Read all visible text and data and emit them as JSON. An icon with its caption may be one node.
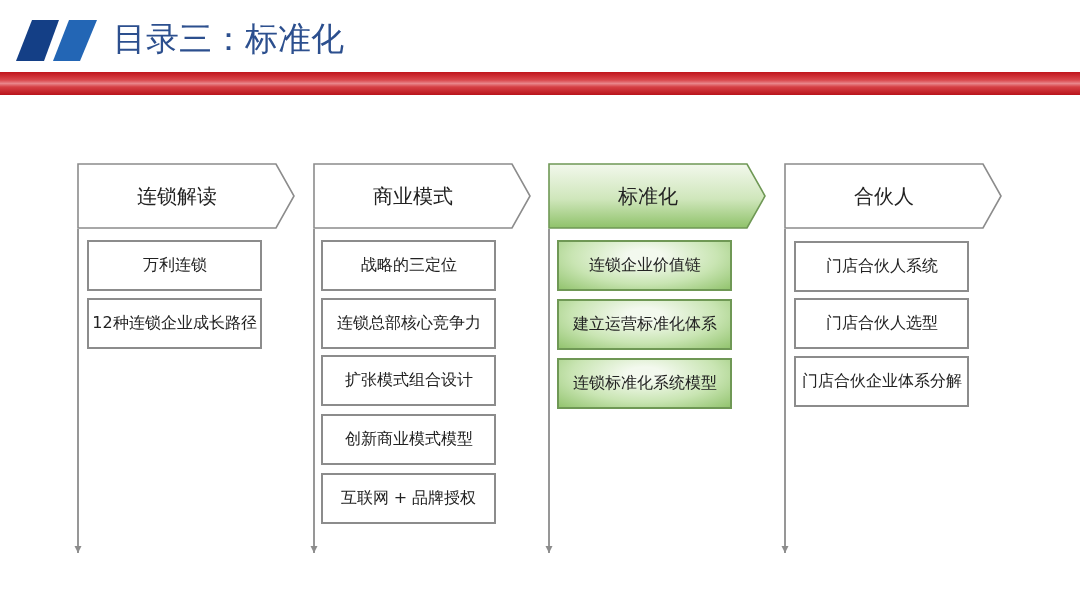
{
  "diagram": {
    "title": "目录三：标准化",
    "nodes": [
      {
        "text": [
          "连锁解读"
        ]
      },
      {
        "text": [
          "万利连锁"
        ]
      },
      {
        "text": [
          "12种连锁企业成长路径"
        ]
      },
      {
        "text": [
          "商业模式"
        ]
      },
      {
        "text": [
          "战略的三定位"
        ]
      },
      {
        "text": [
          "连锁总部核心竞争力"
        ]
      },
      {
        "text": [
          "扩张模式组合设计"
        ]
      },
      {
        "text": [
          "创新商业模式模型"
        ]
      },
      {
        "text": [
          "互联网 + 品牌授权"
        ]
      },
      {
        "text": [
          "标准化"
        ]
      },
      {
        "text": [
          "连锁企业价值链"
        ]
      },
      {
        "text": [
          "建立运营标准化体系"
        ]
      },
      {
        "text": [
          "连锁标准化系统模型"
        ]
      },
      {
        "text": [
          "合伙人"
        ]
      },
      {
        "text": [
          "门店合伙人系统"
        ]
      },
      {
        "text": [
          "门店合伙人选型"
        ]
      },
      {
        "text": [
          "门店合伙企业体系分解"
        ]
      }
    ],
    "edges": [
      {
        "from": 0,
        "to": null,
        "arrow": "to"
      },
      {
        "from": 3,
        "to": null,
        "arrow": "to"
      },
      {
        "from": 9,
        "to": null,
        "arrow": "to"
      },
      {
        "from": 13,
        "to": null,
        "arrow": "to"
      }
    ]
  }
}
